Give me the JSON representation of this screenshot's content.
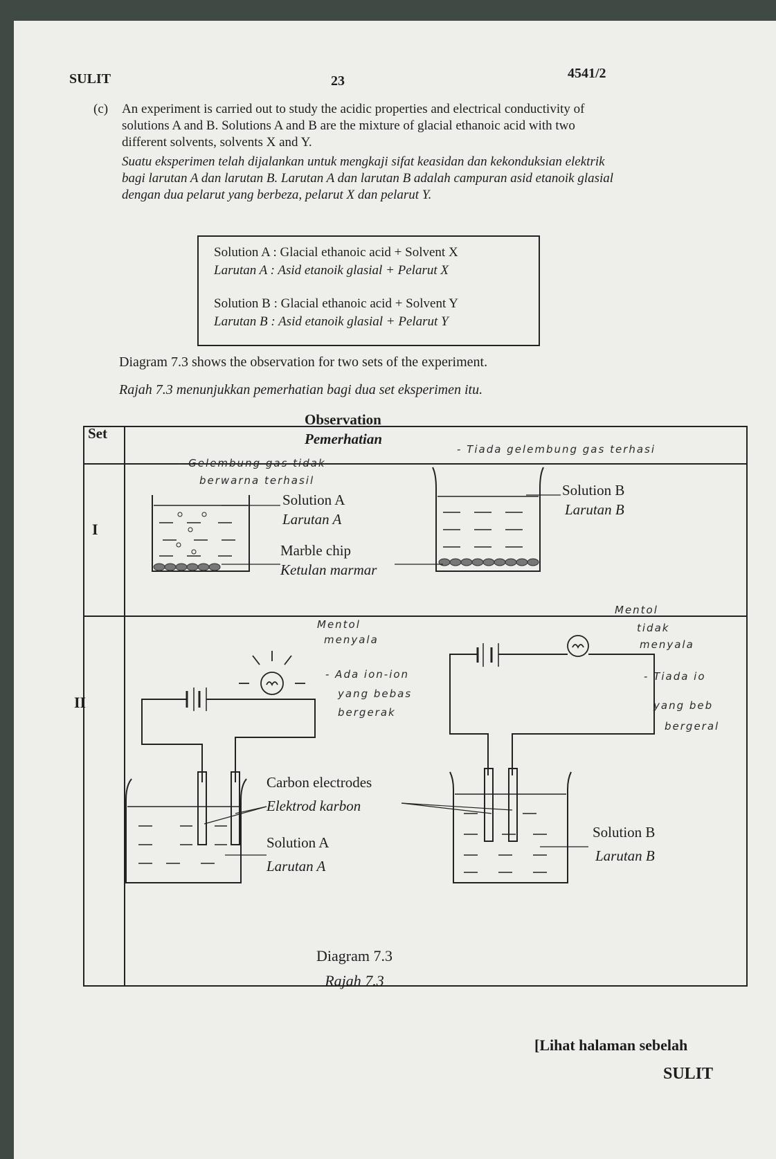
{
  "header": {
    "left": "SULIT",
    "page_number": "23",
    "code": "4541/2"
  },
  "question": {
    "label": "(c)",
    "english": "An experiment is carried out to study the acidic properties and electrical conductivity of solutions A and B. Solutions A and B are the mixture of glacial ethanoic acid with two different solvents, solvents X and Y.",
    "malay": "Suatu eksperimen telah dijalankan untuk mengkaji sifat keasidan dan kekonduksian elektrik bagi larutan A dan larutan B. Larutan A dan larutan B adalah campuran asid etanoik glasial dengan dua pelarut yang berbeza, pelarut X dan pelarut Y."
  },
  "solutions_box": {
    "a_en": "Solution A : Glacial ethanoic acid + Solvent X",
    "a_ms": "Larutan A  : Asid etanoik glasial + Pelarut X",
    "b_en": "Solution B : Glacial ethanoic acid + Solvent Y",
    "b_ms": "Larutan B  : Asid etanoik glasial + Pelarut Y"
  },
  "intro": {
    "en": "Diagram 7.3 shows the observation for two sets of the experiment.",
    "ms": "Rajah 7.3 menunjukkan pemerhatian bagi dua set eksperimen itu."
  },
  "table": {
    "col_set": "Set",
    "col_obs_en": "Observation",
    "col_obs_ms": "Pemerhatian",
    "rows": [
      {
        "set": "I",
        "left_labels": {
          "sol_en": "Solution A",
          "sol_ms": "Larutan A",
          "chip_en": "Marble chip",
          "chip_ms": "Ketulan marmar"
        },
        "right_labels": {
          "sol_en": "Solution B",
          "sol_ms": "Larutan B"
        },
        "handwriting": {
          "left_1": "- Gelembung gas tidak",
          "left_2": "berwarna terhasil",
          "right": "- Tiada gelembung gas terhasi"
        }
      },
      {
        "set": "II",
        "left_labels": {
          "elec_en": "Carbon electrodes",
          "elec_ms": "Elektrod karbon",
          "sol_en": "Solution A",
          "sol_ms": "Larutan A"
        },
        "right_labels": {
          "sol_en": "Solution B",
          "sol_ms": "Larutan B"
        },
        "handwriting": {
          "left_1": "Mentol",
          "left_2": "menyala",
          "left_3": "- Ada ion-ion",
          "left_4": "yang bebas",
          "left_5": "bergerak",
          "right_1": "Mentol",
          "right_2": "tidak",
          "right_3": "menyala",
          "right_4": "- Tiada io",
          "right_5": "yang beb",
          "right_6": "bergeral"
        }
      }
    ]
  },
  "caption": {
    "en": "Diagram 7.3",
    "ms": "Rajah 7.3"
  },
  "footer": {
    "turn_page": "[Lihat halaman sebelah",
    "sulit": "SULIT"
  }
}
